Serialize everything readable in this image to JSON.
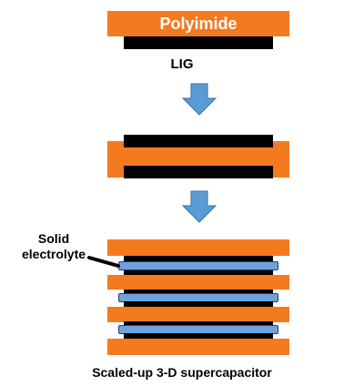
{
  "labels": {
    "polyimide": "Polyimide",
    "lig": "LIG",
    "solid_electrolyte_line1": "Solid",
    "solid_electrolyte_line2": "electrolyte",
    "caption": "Scaled-up 3-D supercapacitor"
  },
  "colors": {
    "polyimide": "#f47a20",
    "lig": "#000000",
    "electrolyte": "#6fa2d8",
    "arrow": "#5b9bd5"
  }
}
